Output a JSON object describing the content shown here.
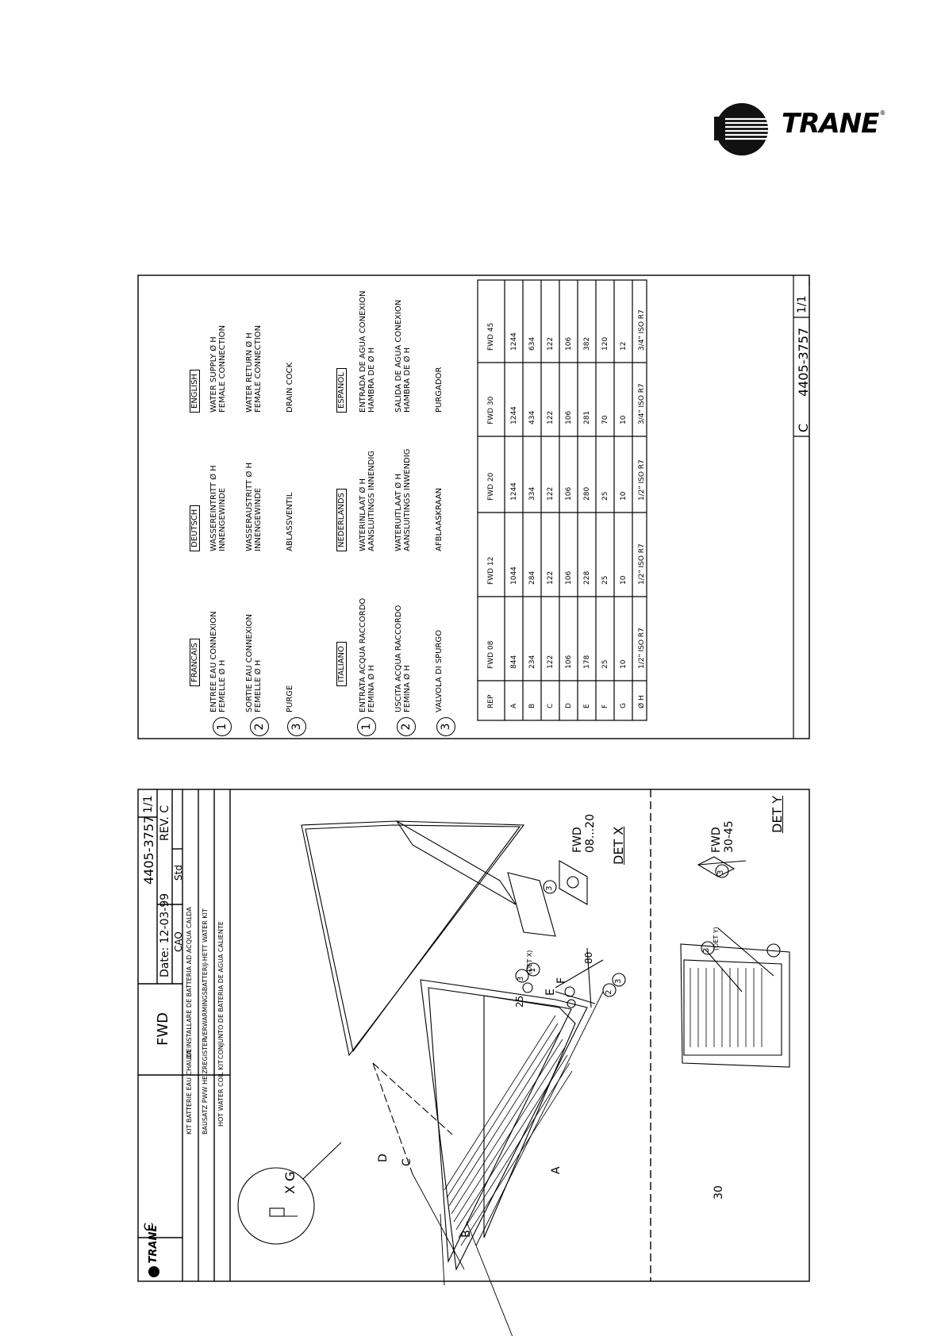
{
  "brand": {
    "name": "TRANE",
    "mark": "®"
  },
  "title_block": {
    "model": "FWD",
    "doc_prefix": "C",
    "doc_number": "4405-3757",
    "sheet": "1/1",
    "date": "Date: 12-03-99",
    "rev": "REV. C",
    "cao": "CAO",
    "std": "Std",
    "logo": "TRANE",
    "titles_left": [
      "KIT BATTERIE EAU CHAUDE",
      "BAUSATZ PWW HEIZREGISTER",
      "HOT WATER COIL KIT"
    ],
    "titles_right": [
      "DA INSTALLARE DE BATTERIA AD ACQUA CALDA",
      "VERWARMINGSBATTERIJ-HETT WATER KIT",
      "CONJUNTO DE BATERIA DE AGUA CALIENTE"
    ]
  },
  "drawing": {
    "screw_label": "X G",
    "dims": {
      "A": "A",
      "B": "B",
      "C": "C",
      "D": "D",
      "E": "E",
      "F": "F",
      "d80": "80",
      "d25": "25",
      "d30": "30"
    },
    "callouts": {
      "c1": "1",
      "c2": "2",
      "c3": "3"
    },
    "det_x_tag": "(DET X)",
    "det_y_tag": "(DET Y)",
    "det_x": "DET X",
    "det_y": "DET Y",
    "range_small_1": "FWD",
    "range_small_2": "08...20",
    "range_large_1": "FWD",
    "range_large_2": "30-45"
  },
  "legend": {
    "groups": [
      {
        "cols": [
          {
            "lang": "FRANCAIS",
            "items": [
              [
                "ENTREE EAU CONNEXION",
                "FEMELLE Ø H"
              ],
              [
                "SORTIE EAU CONNEXION",
                "FEMELLE Ø H"
              ],
              [
                "PURGE"
              ]
            ]
          },
          {
            "lang": "DEUTSCH",
            "items": [
              [
                "WASSEREINTRITT Ø H",
                "INNENGEWINDE"
              ],
              [
                "WASSERAUSTRITT Ø H",
                "INNENGEWINDE"
              ],
              [
                "ABLASSVENTIL"
              ]
            ]
          },
          {
            "lang": "ENGLISH",
            "items": [
              [
                "WATER SUPPLY Ø H",
                "FEMALE CONNECTION"
              ],
              [
                "WATER RETURN Ø H",
                "FEMALE CONNECTION"
              ],
              [
                "DRAIN COCK"
              ]
            ]
          }
        ]
      },
      {
        "cols": [
          {
            "lang": "ITALIANO",
            "items": [
              [
                "ENTRATA ACQUA RACCORDO",
                "FEMINA Ø H"
              ],
              [
                "USCITA ACQUA RACCORDO",
                "FEMINA Ø H"
              ],
              [
                "VALVOLA DI SPURGO"
              ]
            ]
          },
          {
            "lang": "NEDERLANDS",
            "items": [
              [
                "WATERINLAAT Ø H",
                "AANSLUITINGS INNENDIG"
              ],
              [
                "WATERUITLAAT Ø H",
                "AANSLUITINGS INWENDIG"
              ],
              [
                "AFBLAASKRAAN"
              ]
            ]
          },
          {
            "lang": "ESPANOL",
            "items": [
              [
                "ENTRADA DE AGUA CONEXION",
                "HAMBRA DE Ø H"
              ],
              [
                "SALIDA DE AGUA CONEXION",
                "HAMBRA DE Ø H"
              ],
              [
                "PURGADOR"
              ]
            ]
          }
        ]
      }
    ]
  },
  "table": {
    "headers": [
      "REP",
      "FWD 08",
      "FWD 12",
      "FWD 20",
      "FWD 30",
      "FWD 45"
    ],
    "rows": [
      [
        "A",
        "844",
        "1044",
        "1244",
        "1244",
        "1244"
      ],
      [
        "B",
        "234",
        "284",
        "334",
        "434",
        "634"
      ],
      [
        "C",
        "122",
        "122",
        "122",
        "122",
        "122"
      ],
      [
        "D",
        "106",
        "106",
        "106",
        "106",
        "106"
      ],
      [
        "E",
        "178",
        "228",
        "280",
        "281",
        "382"
      ],
      [
        "F",
        "25",
        "25",
        "25",
        "70",
        "120"
      ],
      [
        "G",
        "10",
        "10",
        "10",
        "10",
        "12"
      ],
      [
        "Ø H",
        "1/2\" ISO R7",
        "1/2\" ISO R7",
        "1/2\" ISO R7",
        "3/4\" ISO R7",
        "3/4\" ISO R7"
      ]
    ]
  },
  "footer": {
    "prefix": "C",
    "number": "4405-3757",
    "sheet": "1/1"
  }
}
